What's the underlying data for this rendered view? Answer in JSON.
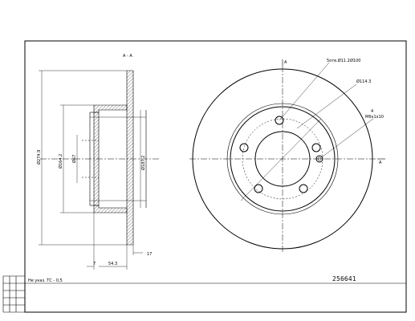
{
  "drawing": {
    "part_code": "256641",
    "tolerance_note": "Не указ. ТС - 0,5",
    "section_label": "А - А",
    "side_dimensions": {
      "outer_diameter": "Ø274.9",
      "hat_outer_diameter": "Ø164.2",
      "center_bore": "Ø67",
      "inner_ring_diameter": "Ø187.2",
      "overall_height": "54.3",
      "disc_thickness": "7",
      "min_thickness": "17"
    },
    "front_annotations": {
      "section_mark_top": "А",
      "section_mark_right": "А",
      "bolt_circle": "5отв.Ø11.2",
      "pcd": "Ø100",
      "hole_spec_line1": "Ø114.3",
      "hole_spec_line2": "4",
      "hole_spec_line3": "М6х1х10"
    }
  }
}
